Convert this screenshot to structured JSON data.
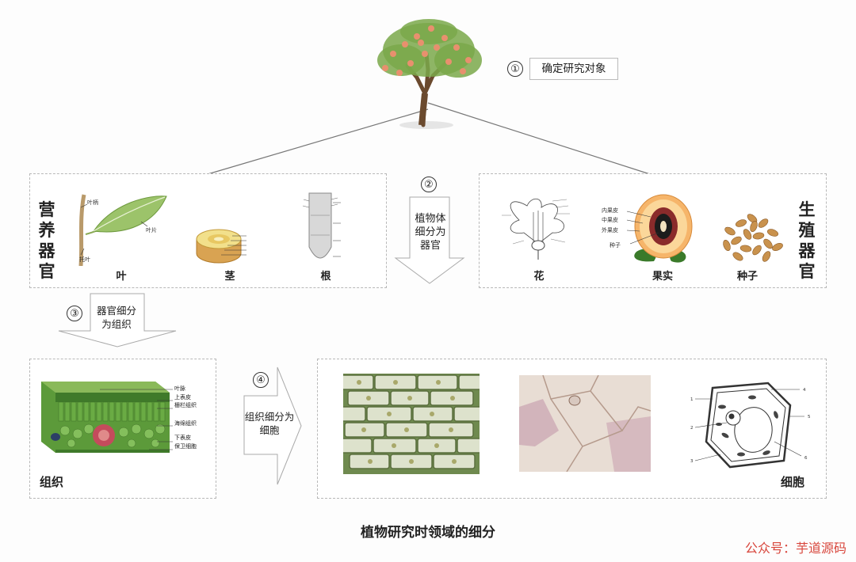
{
  "step1": {
    "num": "①",
    "label": "确定研究对象"
  },
  "step2": {
    "num": "②",
    "label": "植物体细分为器官"
  },
  "step3": {
    "num": "③",
    "label": "器官细分为组织"
  },
  "step4": {
    "num": "④",
    "label": "组织细分为细胞"
  },
  "vegetative": {
    "title": "营养器官",
    "leaf": {
      "caption": "叶",
      "labels": {
        "petiole": "叶柄",
        "blade": "叶片",
        "stipule": "托叶"
      }
    },
    "stem": {
      "caption": "茎"
    },
    "root": {
      "caption": "根"
    }
  },
  "reproductive": {
    "title": "生殖器官",
    "flower": {
      "caption": "花"
    },
    "fruit": {
      "caption": "果实",
      "labels": {
        "endocarp": "内果皮",
        "mesocarp": "中果皮",
        "exocarp": "外果皮",
        "seed": "种子"
      }
    },
    "seeds": {
      "caption": "种子"
    }
  },
  "tissue": {
    "title": "组织",
    "labels": [
      "叶脉",
      "上表皮",
      "栅栏组织",
      "海绵组织",
      "下表皮",
      "保卫细胞"
    ]
  },
  "cell": {
    "title": "细胞",
    "diagram_numbers": [
      "1",
      "2",
      "3",
      "4",
      "5",
      "6"
    ]
  },
  "footer": {
    "title": "植物研究时领域的细分",
    "watermark": "公众号：芋道源码"
  }
}
